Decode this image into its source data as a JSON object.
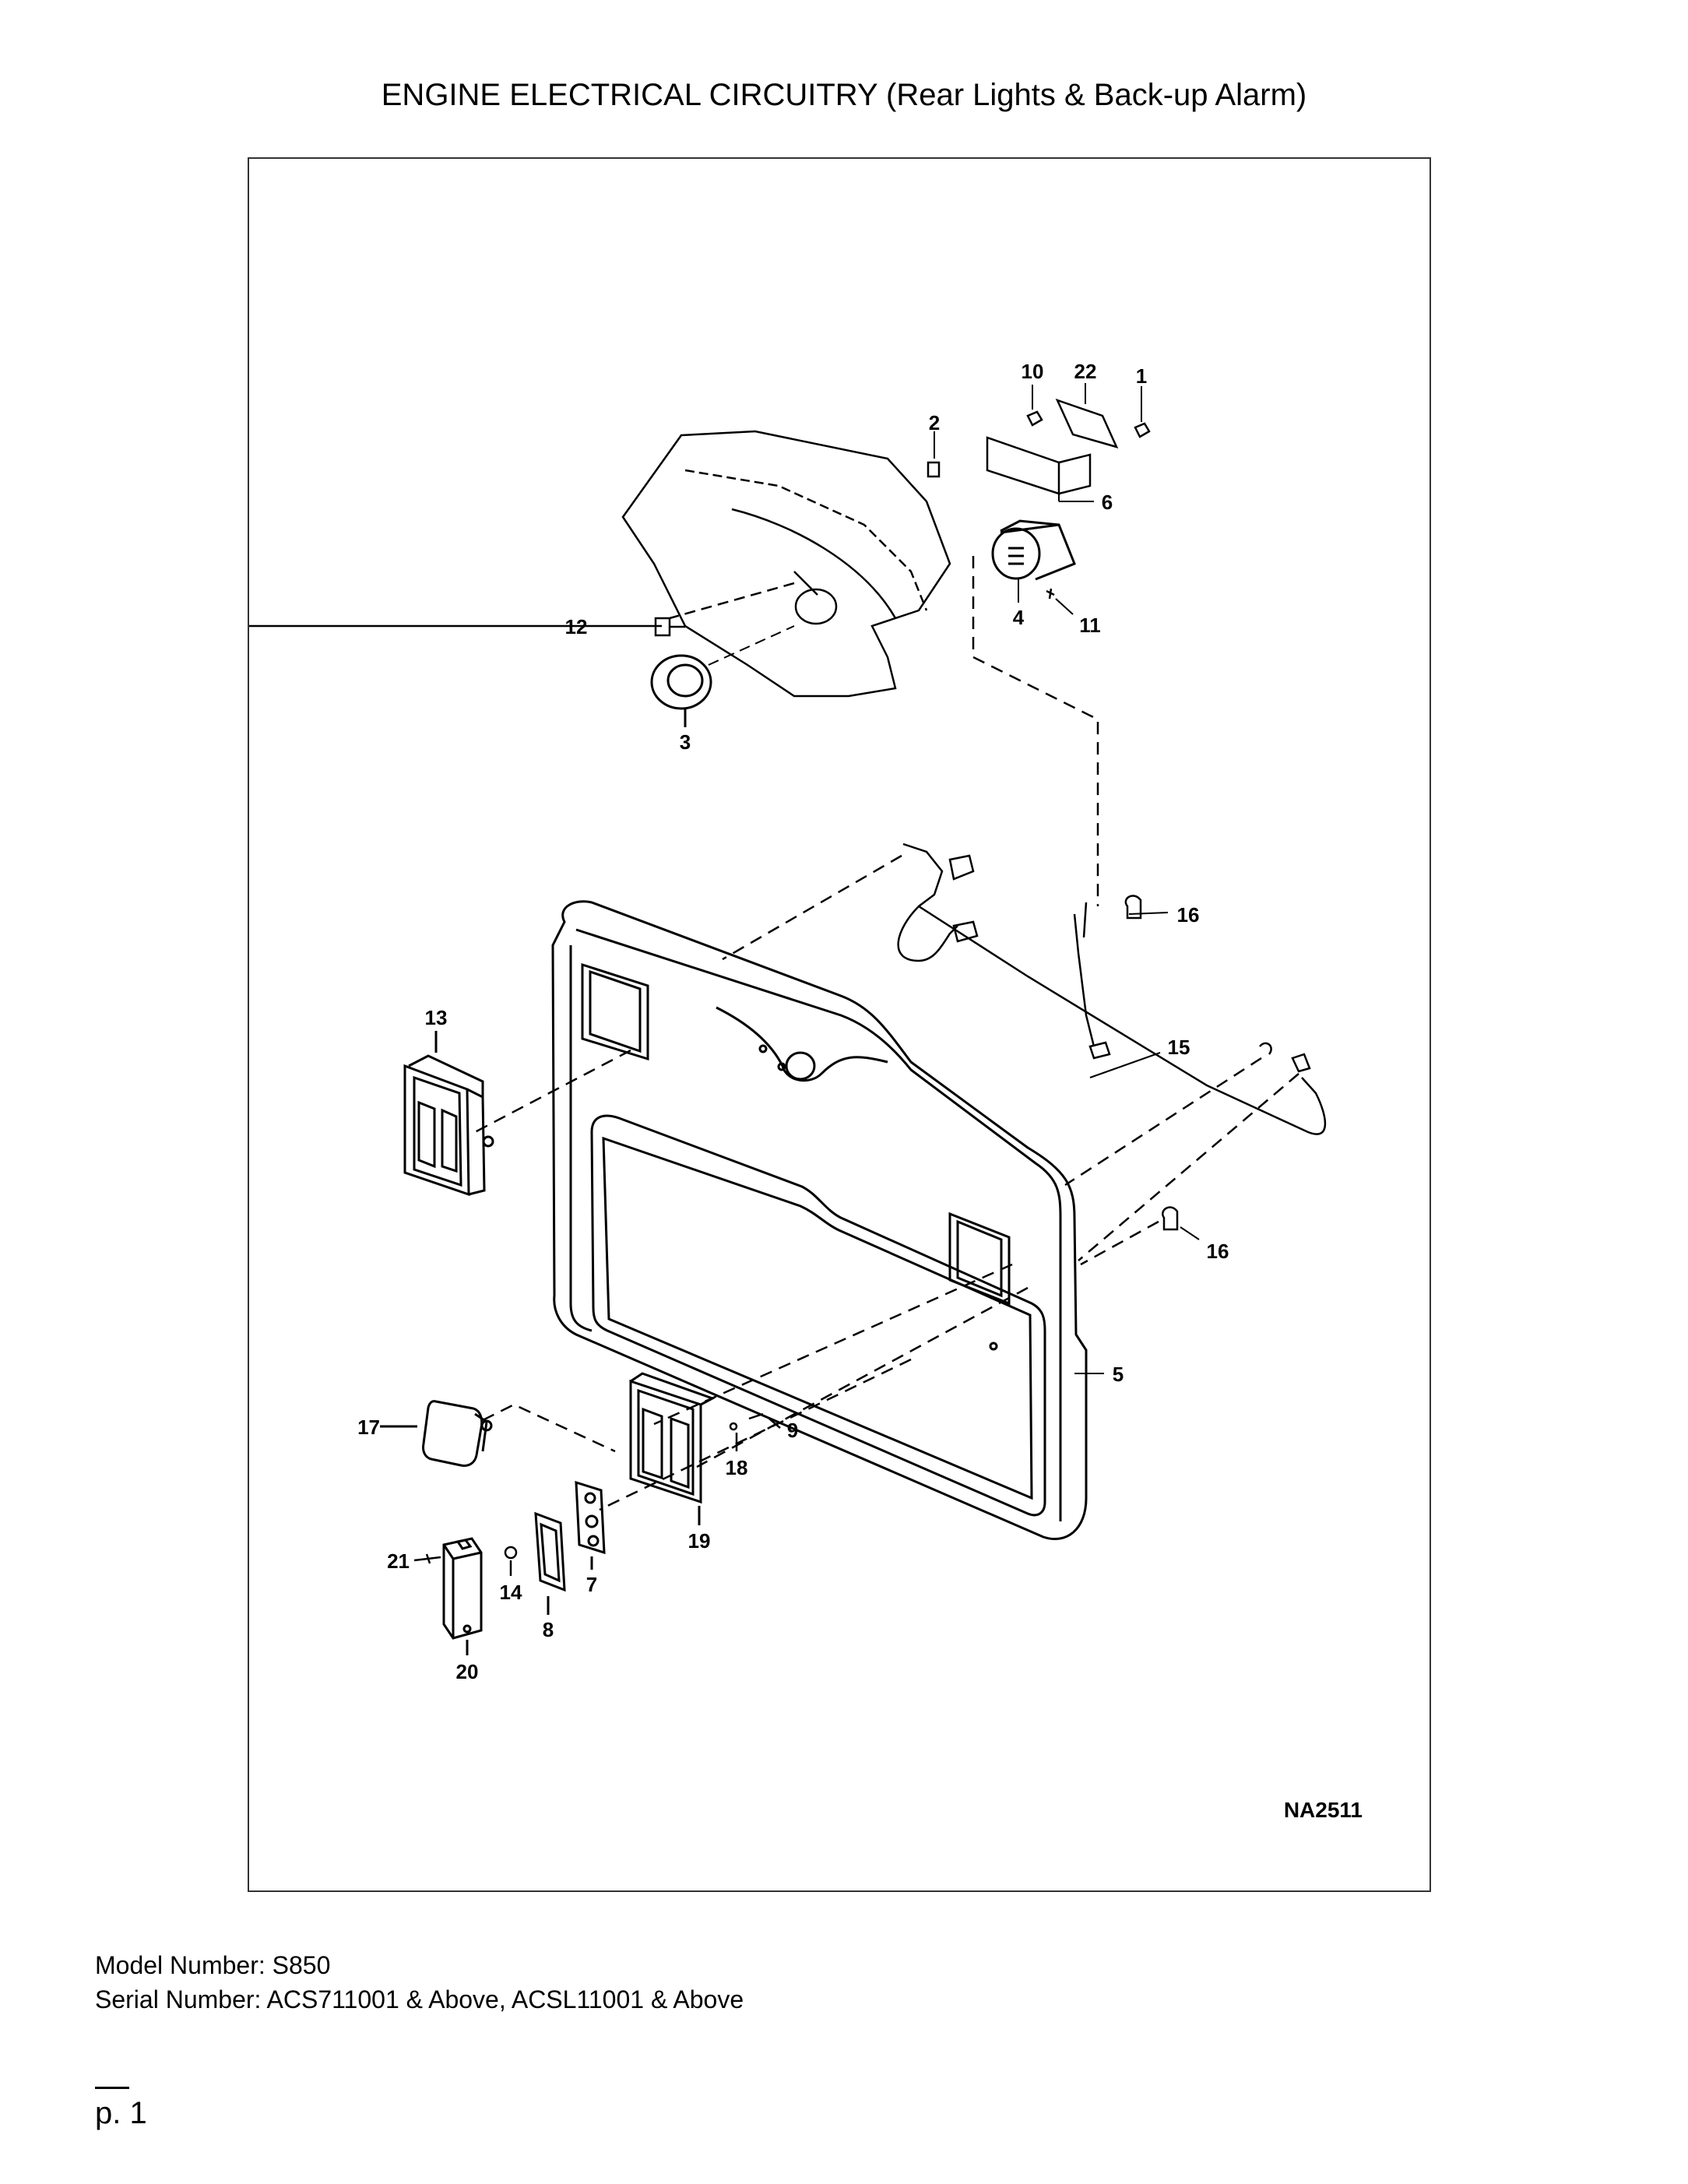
{
  "title": "ENGINE ELECTRICAL CIRCUITRY (Rear Lights & Back-up Alarm)",
  "diagram": {
    "ref_code": "NA2511",
    "callouts": [
      "1",
      "2",
      "3",
      "4",
      "5",
      "6",
      "7",
      "8",
      "9",
      "10",
      "11",
      "12",
      "13",
      "14",
      "15",
      "16",
      "16",
      "17",
      "18",
      "19",
      "20",
      "21",
      "22"
    ]
  },
  "info": {
    "model_line": "Model Number: S850",
    "serial_line": "Serial Number: ACS711001 & Above, ACSL11001 & Above"
  },
  "page": {
    "number": "p. 1"
  }
}
